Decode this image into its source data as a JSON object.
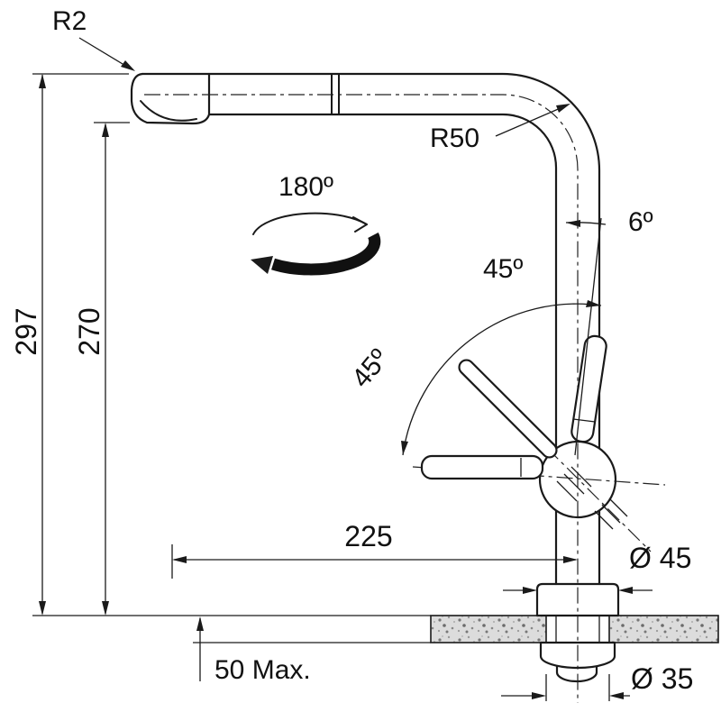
{
  "drawing": {
    "subject": "pull-out-kitchen-faucet-dimension-diagram",
    "labels": {
      "corner_radius": "R2",
      "bend_radius": "R50",
      "swivel_angle": "180º",
      "tilt_angle": "6º",
      "handle_angle_upper": "45º",
      "handle_angle_lower": "45º",
      "overall_height": "297",
      "spout_height": "270",
      "spout_reach": "225",
      "base_diameter": "Ø 45",
      "counter_thickness_max": "50 Max.",
      "hole_diameter": "Ø 35"
    },
    "colors": {
      "line": "#1a1a1a",
      "background": "#ffffff",
      "countertop_fill": "#dcdcdc"
    }
  }
}
